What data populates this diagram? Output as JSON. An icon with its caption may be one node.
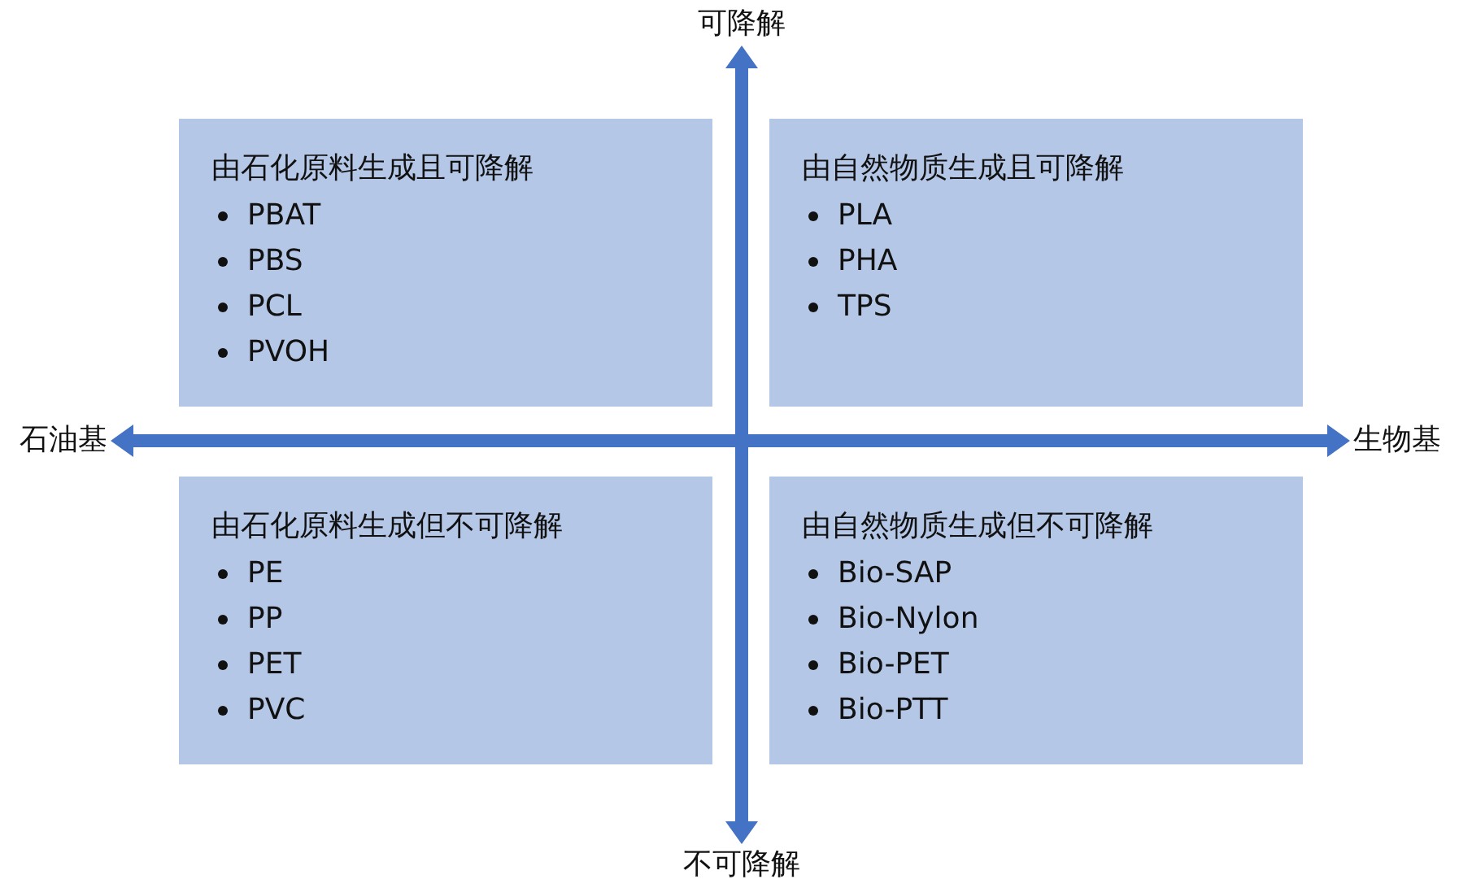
{
  "diagram": {
    "nodes": [
      {
        "text": [
          "由石化原料生成且可降解",
          "PBAT",
          "PBS",
          "PCL",
          "PVOH"
        ]
      },
      {
        "text": [
          "由自然物质生成且可降解",
          "PLA",
          "PHA",
          "TPS"
        ]
      },
      {
        "text": [
          "由石化原料生成但不可降解",
          "PE",
          "PP",
          "PET",
          "PVC"
        ]
      },
      {
        "text": [
          "由自然物质生成但不可降解",
          "Bio-SAP",
          "Bio-Nylon",
          "Bio-PET",
          "Bio-PTT"
        ]
      },
      {
        "text": [
          "可降解"
        ]
      },
      {
        "text": [
          "石油基"
        ]
      },
      {
        "text": [
          "生物基"
        ]
      },
      {
        "text": [
          "不可降解"
        ]
      }
    ],
    "edges": [
      {
        "from": 7,
        "to": 4,
        "arrow": "both"
      },
      {
        "from": 5,
        "to": 6,
        "arrow": "both"
      }
    ]
  }
}
